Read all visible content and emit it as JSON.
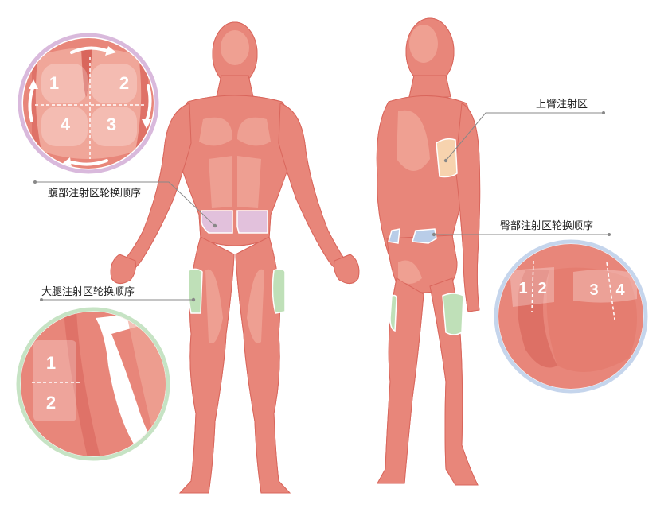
{
  "labels": {
    "abdomen": "腹部注射区轮换顺序",
    "thigh": "大腿注射区轮换顺序",
    "upper_arm": "上臂注射区",
    "buttock": "臀部注射区轮换顺序"
  },
  "abdomen_zoom": {
    "n1": "1",
    "n2": "2",
    "n3": "3",
    "n4": "4"
  },
  "thigh_zoom": {
    "n1": "1",
    "n2": "2"
  },
  "buttock_zoom": {
    "n1": "1",
    "n2": "2",
    "n3": "3",
    "n4": "4"
  },
  "colors": {
    "skin": "#e8867a",
    "skin_light": "#f0a699",
    "skin_dark": "#d9665c",
    "abdomen_zone": "#e2c1dc",
    "upper_arm_zone": "#f7d3ae",
    "buttock_zone": "#b9cde8",
    "thigh_zone": "#bfe0b8",
    "ring_abdomen": "#d9b9dc",
    "ring_thigh": "#c6e3c4",
    "ring_buttock": "#c5d5ec"
  }
}
